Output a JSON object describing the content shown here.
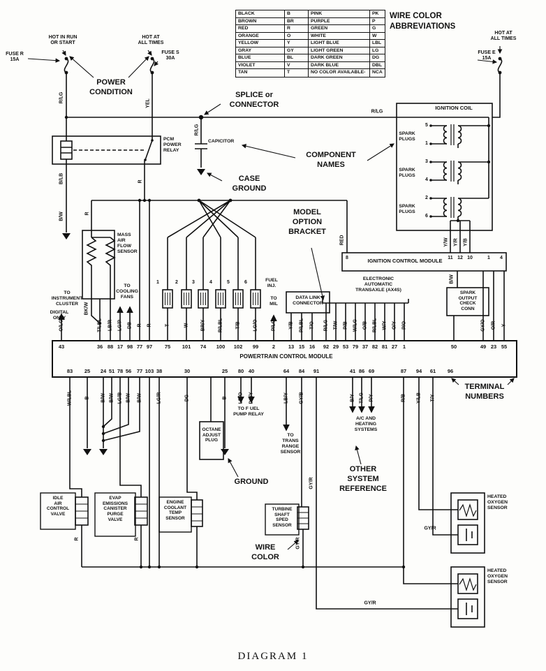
{
  "caption": "DIAGRAM 1",
  "table": {
    "title": "WIRE COLOR\nABBREVIATIONS",
    "rows": [
      [
        "BLACK",
        "B",
        "PINK",
        "PK"
      ],
      [
        "BROWN",
        "BR",
        "PURPLE",
        "P"
      ],
      [
        "RED",
        "R",
        "GREEN",
        "G"
      ],
      [
        "ORANGE",
        "O",
        "WHITE",
        "W"
      ],
      [
        "YELLOW",
        "Y",
        "LIGHT BLUE",
        "LBL"
      ],
      [
        "GRAY",
        "GY",
        "LIGHT GREEN",
        "LG"
      ],
      [
        "BLUE",
        "BL",
        "DARK GREEN",
        "DG"
      ],
      [
        "VIOLET",
        "V",
        "DARK BLUE",
        "DBL"
      ],
      [
        "TAN",
        "T",
        "NO COLOR AVAILABLE-",
        "NCA"
      ]
    ]
  },
  "power": {
    "hot_in_run": "HOT IN RUN\nOR START",
    "hot_left": "HOT AT\nALL TIMES",
    "hot_right": "HOT AT\nALL TIMES",
    "fuse_r": "FUSE R\n15A",
    "fuse_s": "FUSE S\n30A",
    "fuse_e": "FUSE E\n15A",
    "power_condition": "POWER\nCONDITION"
  },
  "callouts": {
    "splice": "SPLICE or\nCONNECTOR",
    "case_ground": "CASE\nGROUND",
    "component_names": "COMPONENT\nNAMES",
    "model_option_bracket": "MODEL\nOPTION\nBRACKET",
    "ground": "GROUND",
    "wire_color": "WIRE\nCOLOR",
    "other_system_reference": "OTHER\nSYSTEM\nREFERENCE",
    "terminal_numbers": "TERMINAL\nNUMBERS"
  },
  "components": {
    "pcm_relay": "PCM\nPOWER\nRELAY",
    "capacitor": "CAPICITOR",
    "ignition_coil": "IGNITION COIL",
    "spark_plugs": "SPARK\nPLUGS",
    "icm": "IGNITION CONTROL MODULE",
    "spark_output": "SPARK\nOUTPUT\nCHECK\nCONN",
    "maf": "MASS\nAIR\nFLOW\nSENSOR",
    "to_instrument_cluster": "TO\nINSTRUMENT\nCLUSTER",
    "digital_only": "DIGITAL\nONLY",
    "to_cooling_fans": "TO\nCOOLING\nFANS",
    "fuel_inj": "FUEL\nINJ.",
    "to_mil": "TO\nMIL",
    "dlc": "DATA LINK\nCONNECTOR",
    "eatx": "ELECTRONIC\nAUTOMATIC\nTRANSAXLE (AX4S)",
    "pcm": "POWERTRAIN CONTROL MODULE",
    "octane": "OCTANE\nADJUST\nPLUG",
    "to_fuel_pump_relay": "TO F UEL\nPUMP RELAY",
    "to_trans_range": "TO\nTRANS\nRANGE\nSENSOR",
    "ac_heating": "A/C AND\nHEATING\nSYSTEMS",
    "iacv": "IDLE\nAIR\nCONTROL\nVALVE",
    "evap": "EVAP\nEMISSIONS\nCANISTER\nPURGE\nVALVE",
    "ect": "ENGINE\nCOOLANT\nTEMP\nSENSOR",
    "turbine": "TURBINE\nSHAFT\nSPED\nSENSOR",
    "hego": "HEATED\nOXYGEN\nSENSOR"
  },
  "numbers": {
    "plug": [
      "5",
      "1",
      "3",
      "4",
      "2",
      "6"
    ],
    "icm_pins": [
      "8",
      "11",
      "12",
      "10",
      "1",
      "4"
    ],
    "injectors": [
      "1",
      "2",
      "3",
      "4",
      "5",
      "6"
    ]
  },
  "terminals": {
    "top": [
      "43",
      "36",
      "88",
      "17",
      "98",
      "77",
      "97",
      "75",
      "101",
      "74",
      "100",
      "102",
      "99",
      "2",
      "13",
      "15",
      "16",
      "92",
      "29",
      "53",
      "79",
      "37",
      "82",
      "81",
      "27",
      "1",
      "50",
      "49",
      "23",
      "55"
    ],
    "bottom": [
      "83",
      "25",
      "24",
      "51",
      "78",
      "56",
      "77",
      "103",
      "38",
      "30",
      "25",
      "80",
      "40",
      "64",
      "84",
      "91",
      "41",
      "86",
      "69",
      "87",
      "94",
      "61",
      "96"
    ]
  },
  "wires": {
    "top": [
      "O/LG",
      "T/LBL",
      "LB/R",
      "LG/P",
      "DB",
      "R",
      "R",
      "T",
      "W",
      "BR/Y",
      "R/LBL",
      "T/B",
      "LG/O",
      "P/LG",
      "Y/B",
      "P/LBL",
      "T/O",
      "R/LG",
      "T/W",
      "P/B",
      "W/LG",
      "O/B",
      "R/LBL",
      "W/Y",
      "O/Y",
      "P/O",
      "GY/O",
      "O/R",
      "Y"
    ],
    "bottom": [
      "W/LBL",
      "B",
      "B/W",
      "B/W",
      "LG/B",
      "B/W",
      "B/W",
      "LG/R",
      "DG",
      "B",
      "LB/O",
      "DG/Y",
      "LB/Y",
      "GY/B",
      "B/Y",
      "T/LG",
      "P/Y",
      "R/B",
      "Y/LB",
      "T/Y"
    ],
    "misc": [
      "R/LG",
      "YEL",
      "R/LG",
      "R/LG",
      "B/LB",
      "B/W",
      "R",
      "R",
      "BK/W",
      "RED",
      "Y/W",
      "Y/R",
      "Y/B",
      "B/W",
      "GY/R",
      "GY/R",
      "GY/R",
      "GY/R",
      "R",
      "R"
    ]
  }
}
